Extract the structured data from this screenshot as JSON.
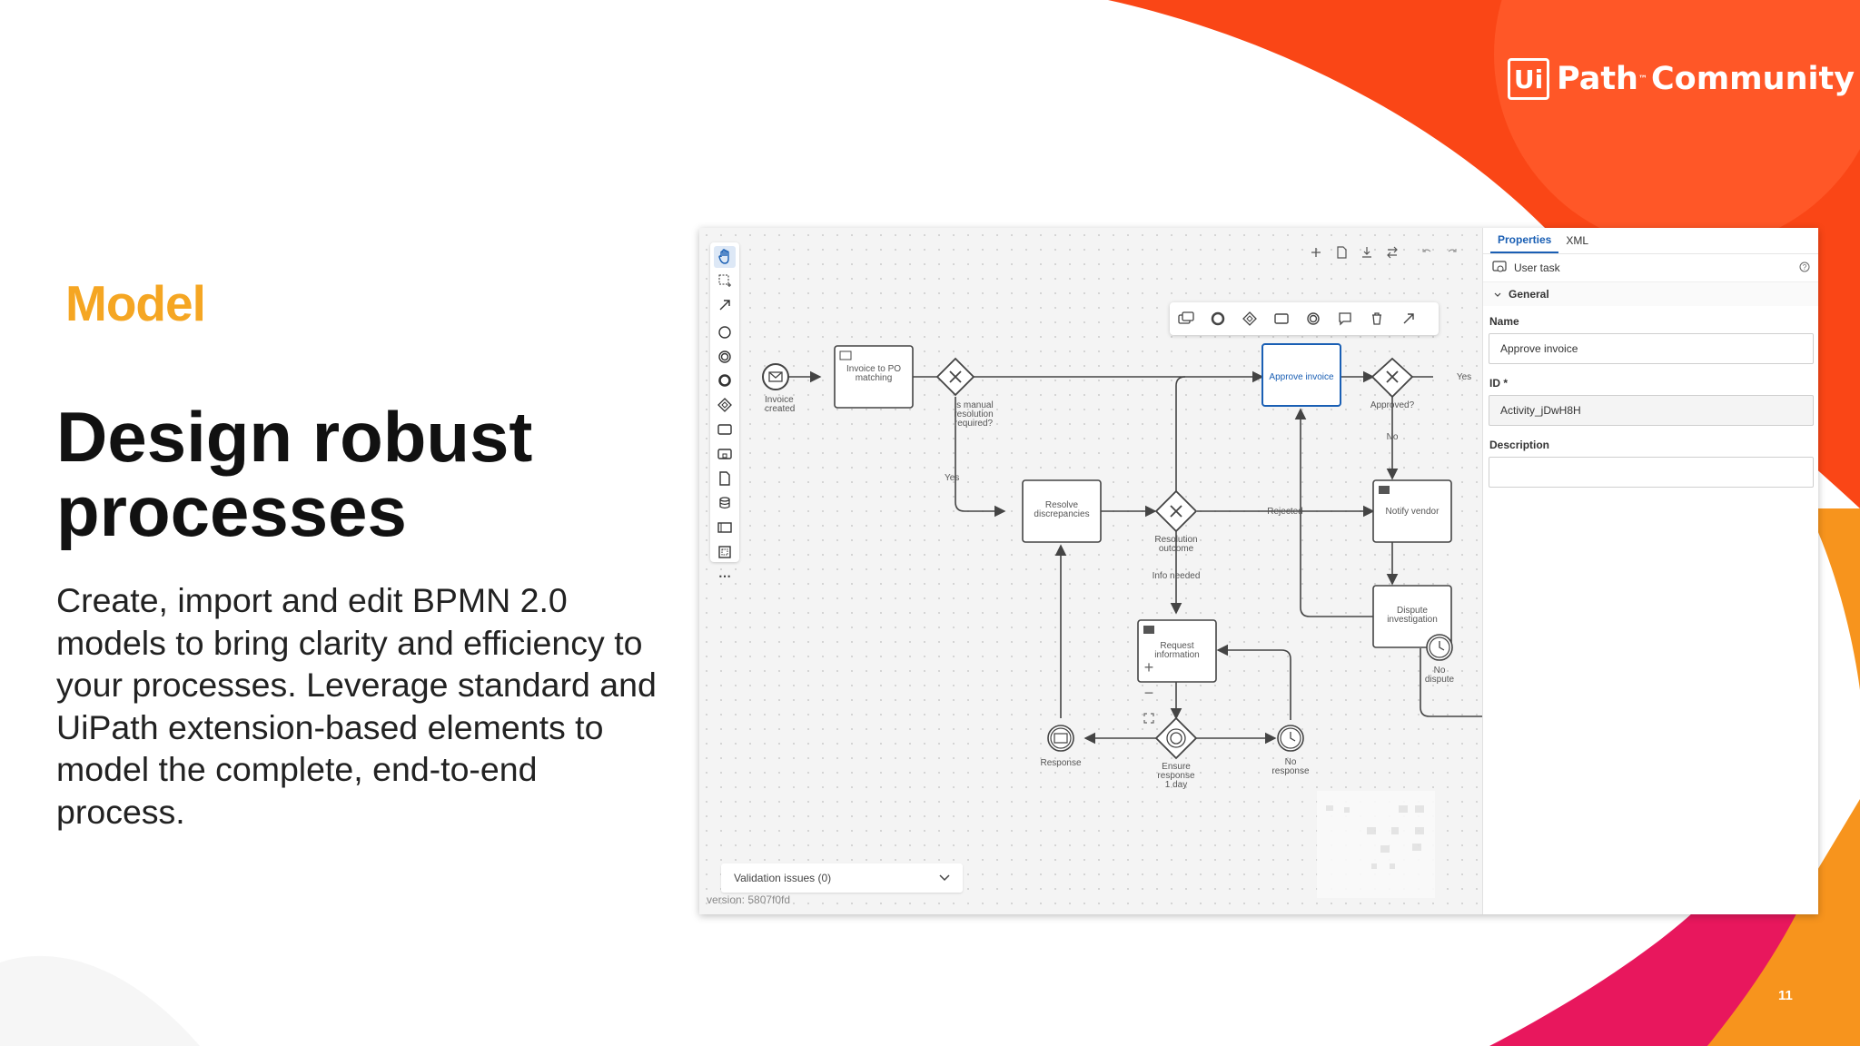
{
  "slide": {
    "brand": {
      "mark": "Ui",
      "name": "Path",
      "community": "Community",
      "tm": "™"
    },
    "section_label": "Model",
    "headline": "Design robust processes",
    "body": "Create, import and edit BPMN 2.0 models to bring clarity and efficiency to your processes. Leverage standard and UiPath extension-based elements to model the complete, end-to-end process.",
    "page_number": "11",
    "colors": {
      "accent": "#f5a623",
      "brand_orange": "#fa4616",
      "brand_pink": "#e8175d",
      "link_blue": "#1a5fb4"
    }
  },
  "editor": {
    "palette_tools": [
      "hand-tool",
      "lasso-tool",
      "connect-tool",
      "start-event",
      "intermediate-event",
      "end-event",
      "gateway",
      "task",
      "subprocess",
      "data-object",
      "data-store",
      "pool",
      "group",
      "more"
    ],
    "top_actions": [
      "add-icon",
      "file-icon",
      "download-icon",
      "swap-icon",
      "undo-icon",
      "redo-icon"
    ],
    "context_pad": [
      "append-task-icon",
      "append-intermediate-event-icon",
      "append-gateway-icon",
      "append-task-icon",
      "append-end-event-icon",
      "comment-icon",
      "delete-icon",
      "connect-icon"
    ],
    "diagram": {
      "invoice_created": "Invoice\ncreated",
      "invoice_to_po": "Invoice to PO\nmatching",
      "is_manual": "Is manual\nresolution\nrequired?",
      "yes_left": "Yes",
      "resolve": "Resolve\ndiscrepancies",
      "resolution_outcome": "Resolution\noutcome",
      "info_needed": "Info needed",
      "rejected": "Rejected",
      "approve_invoice": "Approve invoice",
      "approved": "Approved?",
      "yes_right": "Yes",
      "no": "No",
      "notify_vendor": "Notify vendor",
      "dispute": "Dispute\ninvestigation",
      "no_dispute": "No\ndispute",
      "request_info": "Request\ninformation",
      "response": "Response",
      "ensure_response": "Ensure\nresponse\n1 day",
      "no_response": "No\nresponse"
    },
    "zoom": {
      "in": "+",
      "out": "−"
    },
    "validation": "Validation issues (0)",
    "version": "version: 5807f0fd"
  },
  "properties": {
    "tabs": [
      "Properties",
      "XML"
    ],
    "element_type": "User task",
    "group": "General",
    "name_label": "Name",
    "name_value": "Approve invoice",
    "id_label": "ID *",
    "id_value": "Activity_jDwH8H",
    "description_label": "Description",
    "description_value": ""
  }
}
